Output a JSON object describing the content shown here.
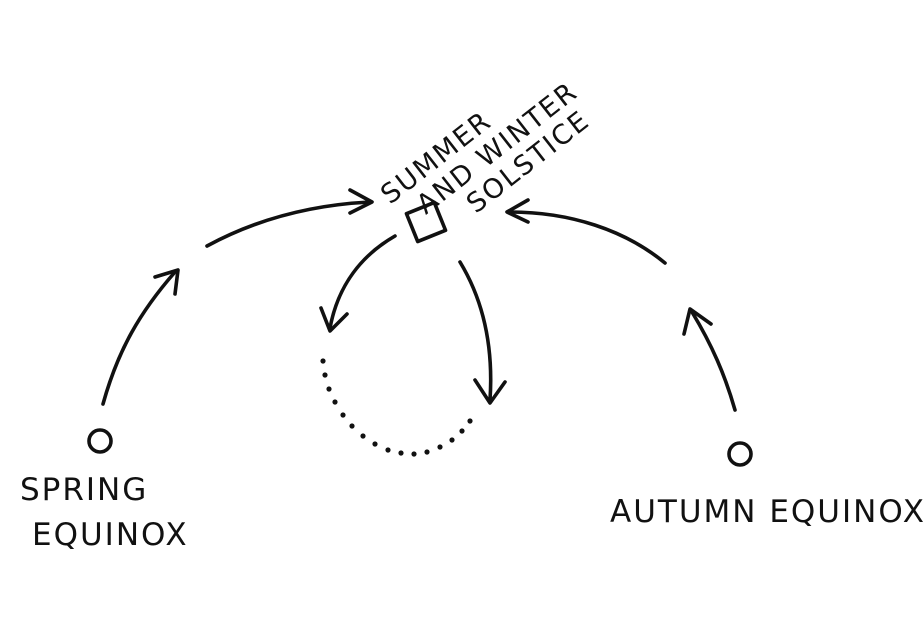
{
  "nodes": {
    "spring": {
      "line1": "SPRING",
      "line2": "EQUINOX"
    },
    "autumn": {
      "label": "AUTUMN EQUINOX"
    },
    "solstice": {
      "line1": "SUMMER",
      "line2": "AND WINTER",
      "line3": "SOLSTICE"
    }
  },
  "ink_color": "#111111",
  "background_color": "#ffffff"
}
